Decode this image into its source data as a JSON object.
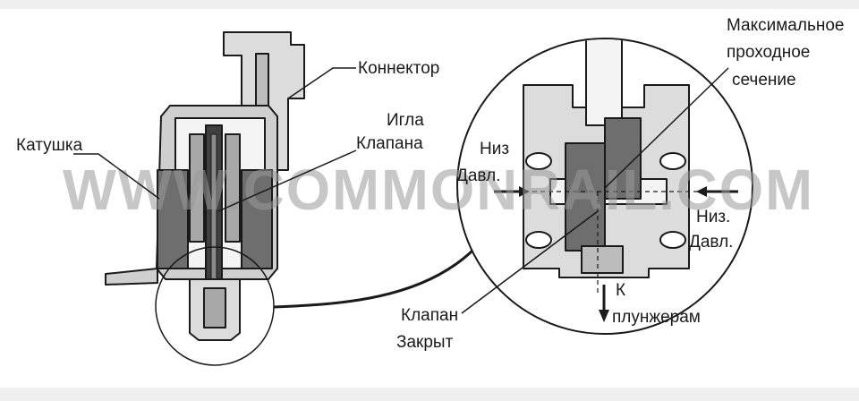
{
  "watermark": "WWW.COMMONRAIL.COM",
  "labels": {
    "connector": "Коннектор",
    "needle_1": "Игла",
    "needle_2": "Клапана",
    "coil": "Катушка",
    "max_section_1": "Максимальное",
    "max_section_2": "проходное",
    "max_section_3": "сечение",
    "low_pressure_left_1": "Низ",
    "low_pressure_left_2": "Давл.",
    "low_pressure_right_1": "Низ.",
    "low_pressure_right_2": "Давл.",
    "valve_closed_1": "Клапан",
    "valve_closed_2": "Закрыт",
    "to_plungers_1": "К",
    "to_plungers_2": "плунжерам"
  },
  "colors": {
    "background": "#efefef",
    "panel": "#ffffff",
    "line": "#1a1a1a",
    "body_light": "#cfcfcf",
    "body_mid": "#a8a8a8",
    "body_dark": "#6e6e6e",
    "watermark": "#9a9a9a"
  }
}
